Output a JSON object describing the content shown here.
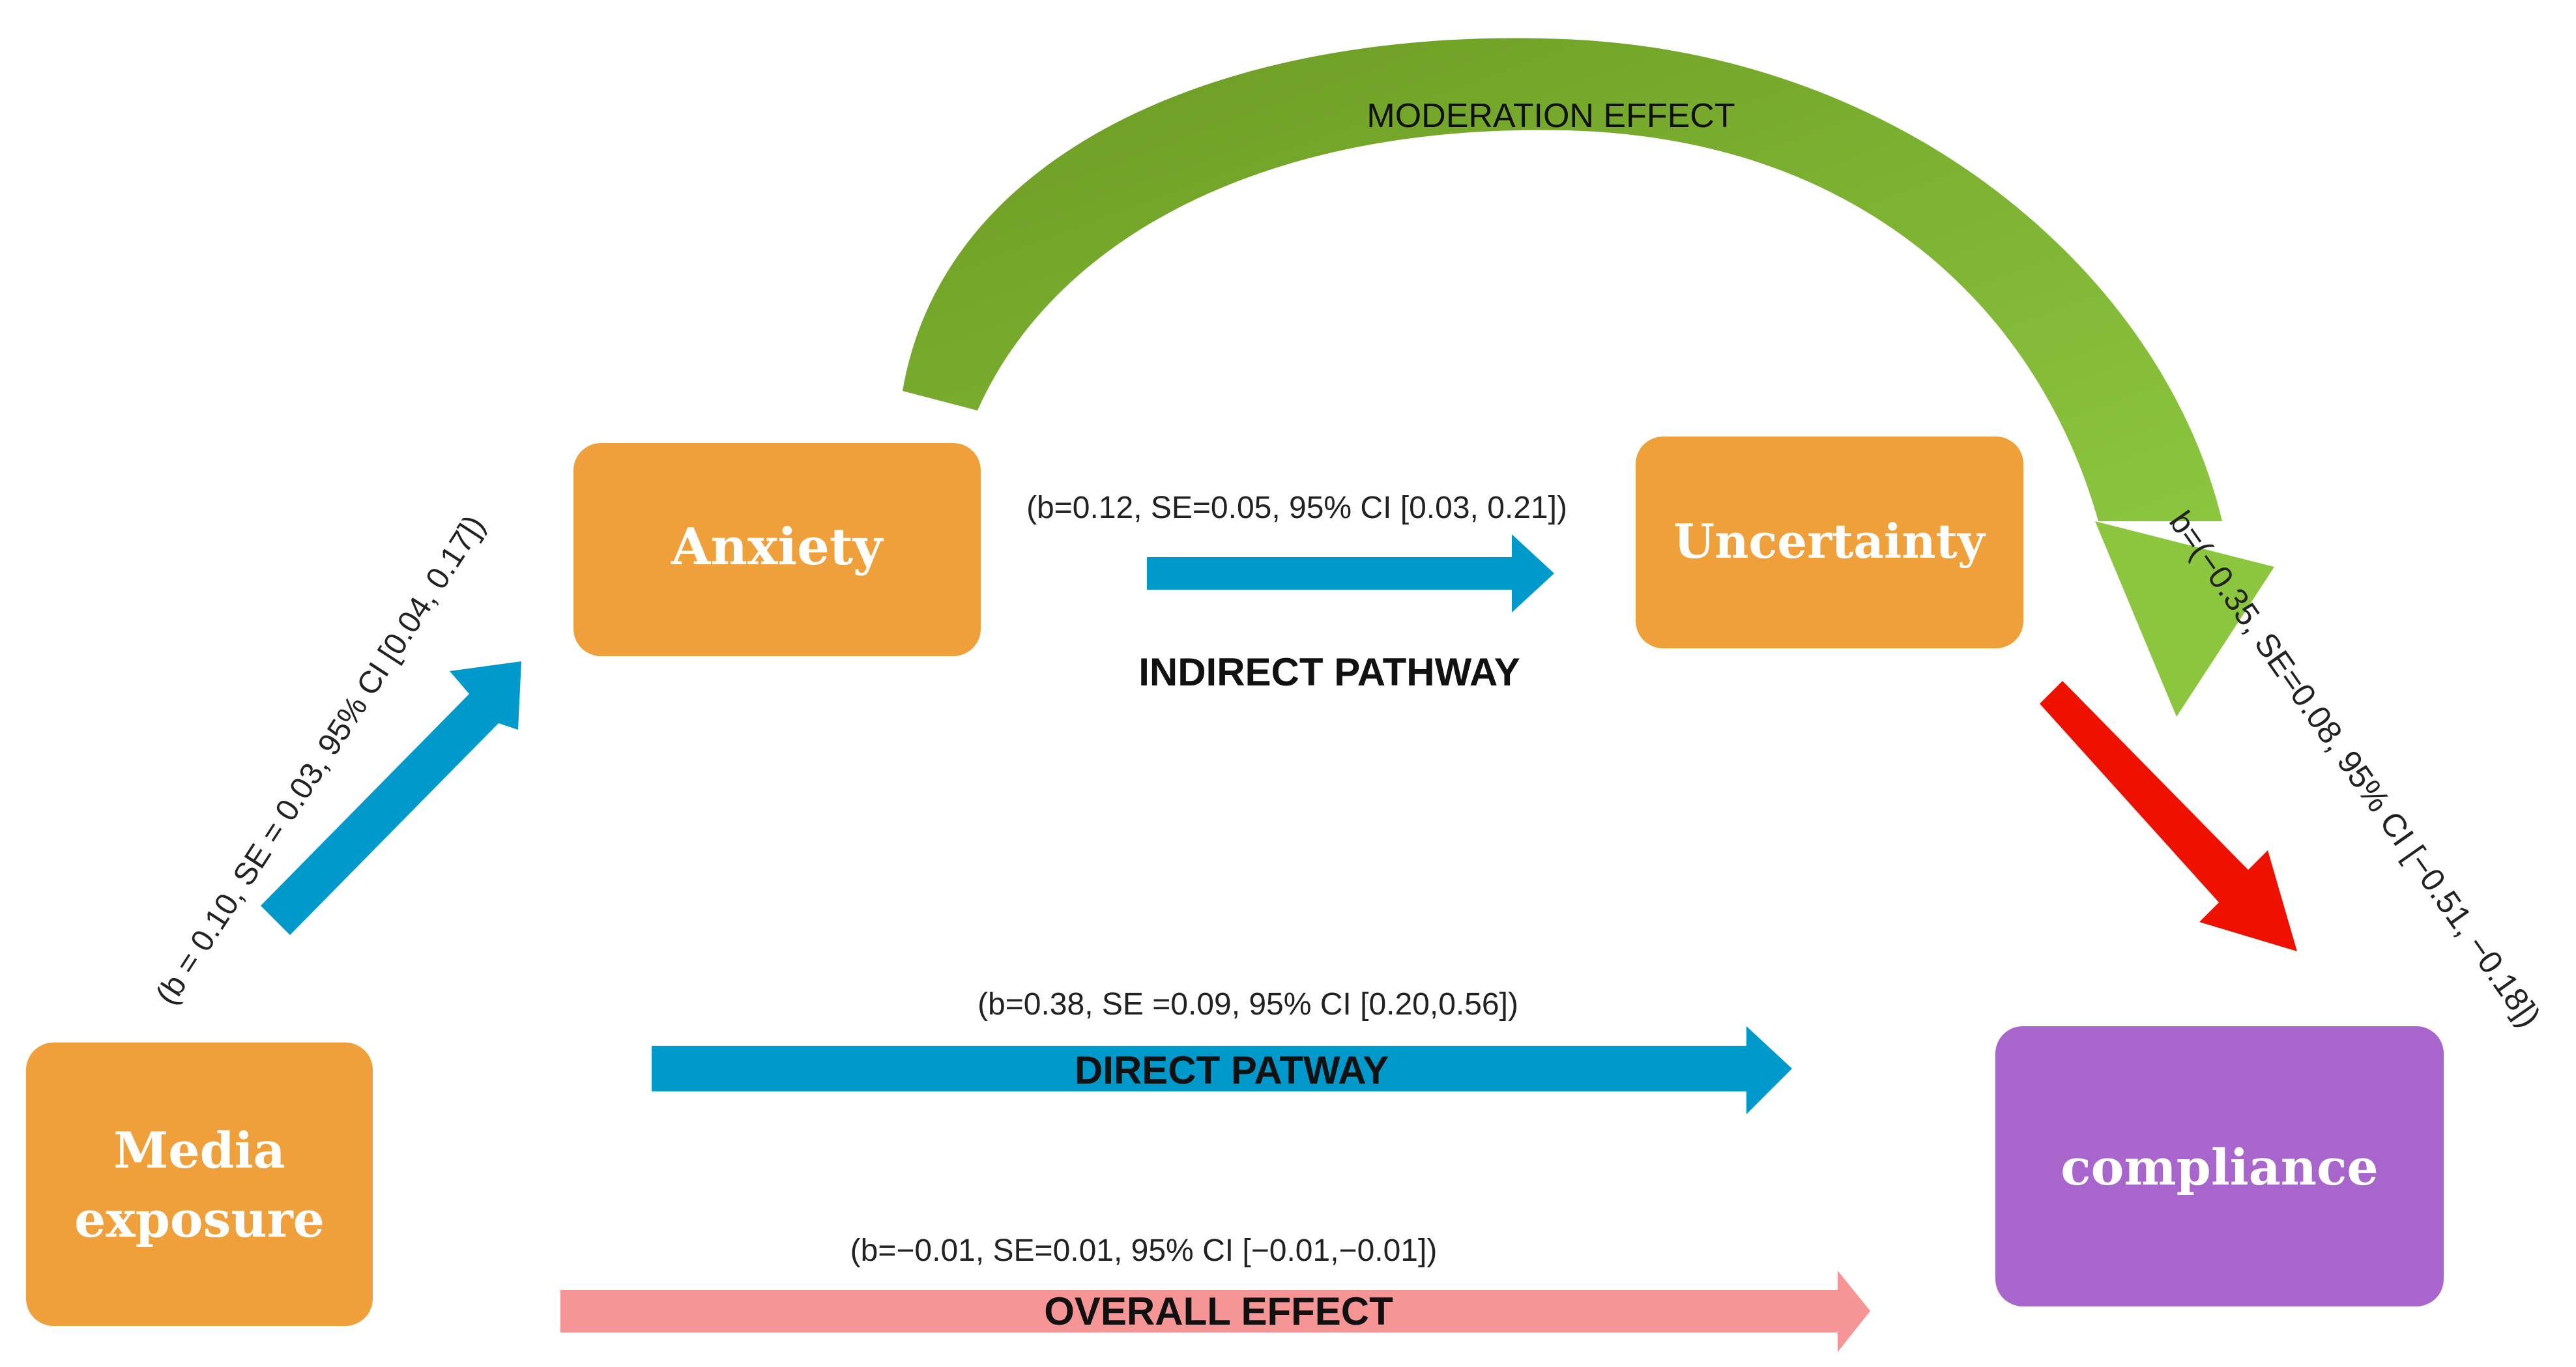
{
  "nodes": {
    "anxiety": {
      "label": "Anxiety",
      "color": "#F0A03A"
    },
    "uncertainty": {
      "label": "Uncertainty",
      "color": "#F0A03A"
    },
    "media": {
      "line1": "Media",
      "line2": "exposure",
      "color": "#F0A03A"
    },
    "compliance": {
      "label": "compliance",
      "color": "#A865CC"
    }
  },
  "moderation": {
    "label": "MODERATION EFFECT",
    "color_dark": "#6B9A22",
    "color_light": "#8CC63F"
  },
  "paths": {
    "media_to_anxiety": {
      "stat": "(b = 0.10, SE = 0.03, 95% CI [0.04, 0.17])",
      "color": "#0099CC"
    },
    "anxiety_to_uncertainty": {
      "stat": "(b=0.12, SE=0.05, 95% CI [0.03, 0.21])",
      "title": "INDIRECT PATHWAY",
      "color": "#0099CC"
    },
    "uncertainty_to_compliance": {
      "stat": "b=(−0.35, SE=0.08, 95% CI [−0.51, −0.18])",
      "color": "#EE1100"
    },
    "direct": {
      "stat": "(b=0.38, SE =0.09, 95% CI [0.20,0.56])",
      "title": "DIRECT PATWAY",
      "color": "#0099CC"
    },
    "overall": {
      "stat": "(b=−0.01, SE=0.01, 95% CI [−0.01,−0.01])",
      "title": "OVERALL EFFECT",
      "color": "#F59595"
    }
  }
}
